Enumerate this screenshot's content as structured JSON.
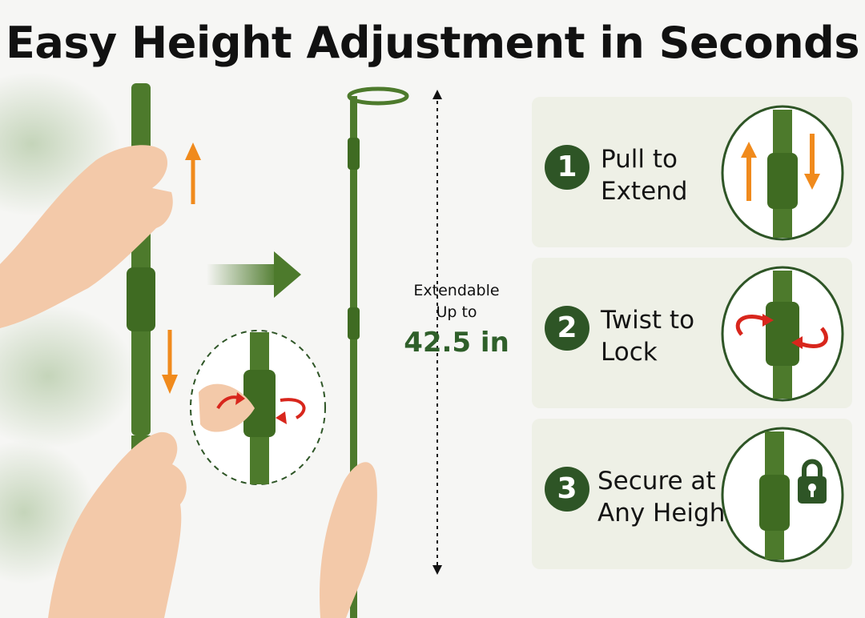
{
  "title": "Easy Height Adjustment in Seconds",
  "measurement": {
    "line1": "Extendable",
    "line2": "Up to",
    "value": "42.5 in"
  },
  "steps": [
    {
      "number": "1",
      "line1": "Pull to",
      "line2": "Extend",
      "icon": "up-down-arrows-icon"
    },
    {
      "number": "2",
      "line1": "Twist to",
      "line2": "Lock",
      "icon": "twist-arrows-icon"
    },
    {
      "number": "3",
      "line1": "Secure at",
      "line2": "Any Height",
      "icon": "padlock-icon"
    }
  ],
  "colors": {
    "stake_green": "#4d7a2c",
    "dark_green": "#2e5526",
    "accent_orange": "#f08a1c",
    "accent_red": "#d8261c",
    "card_bg": "#eef0e6"
  }
}
